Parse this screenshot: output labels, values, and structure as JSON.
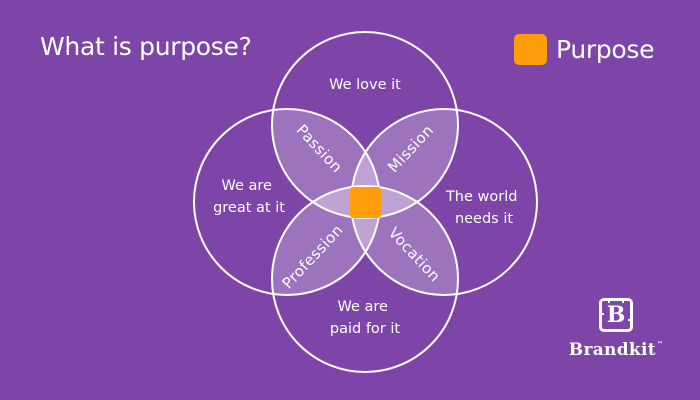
{
  "header": {
    "title": "What is purpose?"
  },
  "legend": {
    "label": "Purpose",
    "color": "#ff9e0a"
  },
  "diagram": {
    "background_color": "#7e45a8",
    "stroke_color": "#ffffff",
    "overlap_color": "#ffffff",
    "circles": [
      {
        "id": "top",
        "label_lines": [
          "We love it"
        ]
      },
      {
        "id": "left",
        "label_lines": [
          "We are",
          "great at it"
        ]
      },
      {
        "id": "right",
        "label_lines": [
          "The world",
          "needs it"
        ]
      },
      {
        "id": "bottom",
        "label_lines": [
          "We are",
          "paid for it"
        ]
      }
    ],
    "petals": [
      {
        "id": "top-left",
        "label": "Passion"
      },
      {
        "id": "top-right",
        "label": "Mission"
      },
      {
        "id": "bottom-left",
        "label": "Profession"
      },
      {
        "id": "bottom-right",
        "label": "Vocation"
      }
    ],
    "center": {
      "label": "Purpose",
      "color": "#ff9e0a"
    }
  },
  "brand": {
    "logo_letter": "B",
    "name": "Brandkit",
    "trademark": "™"
  }
}
